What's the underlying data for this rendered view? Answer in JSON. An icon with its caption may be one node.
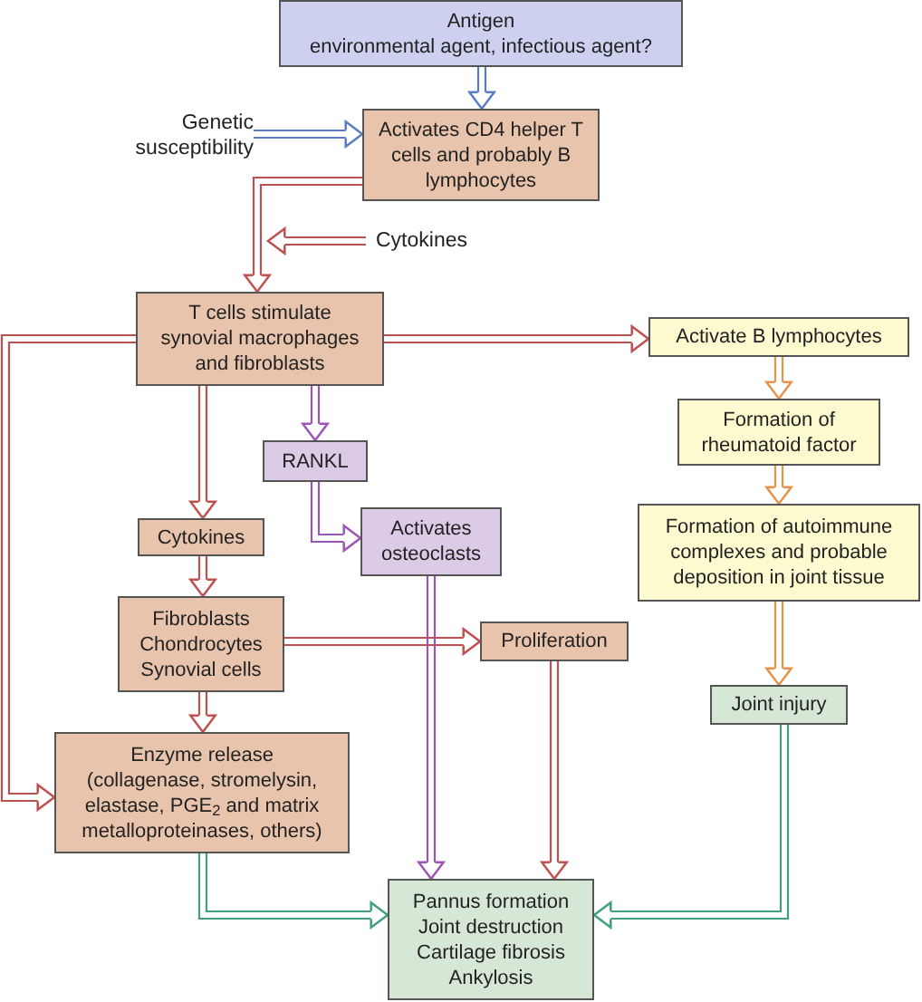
{
  "diagram": {
    "nodes": [
      {
        "text": [
          "Antigen",
          "environmental agent, infectious agent?"
        ]
      },
      {
        "text": [
          "Genetic susceptibility"
        ]
      },
      {
        "text": [
          "Activates CD4 helper T cells and probably B lymphocytes"
        ]
      },
      {
        "text": [
          "Cytokines"
        ]
      },
      {
        "text": [
          "T cells stimulate synovial macrophages and fibroblasts"
        ]
      },
      {
        "text": [
          "Activate B lymphocytes"
        ]
      },
      {
        "text": [
          "RANKL"
        ]
      },
      {
        "text": [
          "Cytokines"
        ]
      },
      {
        "text": [
          "Activates osteoclasts"
        ]
      },
      {
        "text": [
          "Formation of rheumatoid factor"
        ]
      },
      {
        "text": [
          "Fibroblasts Chondrocytes Synovial cells"
        ]
      },
      {
        "text": [
          "Proliferation"
        ]
      },
      {
        "text": [
          "Formation of autoimmune complexes and probable deposition in joint tissue"
        ]
      },
      {
        "text": [
          "Joint injury"
        ]
      },
      {
        "text": [
          "Enzyme release (collagenase, stromelysin, elastase, PGE$_{2}$ and matrix metalloproteinases, others)"
        ]
      },
      {
        "text": [
          "Pannus formation Joint destruction Cartilage fibrosis Ankylosis"
        ]
      }
    ],
    "edges": [
      {
        "from": 0,
        "to": 2,
        "arrow": "to",
        "color": "#5a7cc4"
      },
      {
        "from": 1,
        "to": 2,
        "arrow": "to",
        "color": "#5a7cc4"
      },
      {
        "from": 2,
        "to": 4,
        "arrow": "to"
      },
      {
        "from": 3,
        "to": null,
        "arrow": "to"
      },
      {
        "from": 4,
        "to": 5,
        "arrow": "to"
      },
      {
        "from": 4,
        "to": 14,
        "arrow": "to"
      },
      {
        "from": 4,
        "to": 7,
        "arrow": "to"
      },
      {
        "from": 4,
        "to": 6,
        "arrow": "to",
        "color": "#9d55b5"
      },
      {
        "from": 6,
        "to": 8,
        "arrow": "to",
        "color": "#9d55b5"
      },
      {
        "from": 7,
        "to": 10,
        "arrow": "to"
      },
      {
        "from": 10,
        "to": 11,
        "arrow": "to"
      },
      {
        "from": 10,
        "to": 14,
        "arrow": "to"
      },
      {
        "from": 8,
        "to": 15,
        "arrow": "to",
        "color": "#9d55b5"
      },
      {
        "from": 11,
        "to": 15,
        "arrow": "to"
      },
      {
        "from": 5,
        "to": 9,
        "arrow": "to",
        "color": "#e8924a"
      },
      {
        "from": 9,
        "to": 12,
        "arrow": "to",
        "color": "#e8924a"
      },
      {
        "from": 12,
        "to": 13,
        "arrow": "to",
        "color": "#e8924a"
      },
      {
        "from": 13,
        "to": 15,
        "arrow": "to",
        "color": "#3f9f80"
      },
      {
        "from": 14,
        "to": 15,
        "arrow": "to",
        "color": "#3f9f80"
      }
    ]
  }
}
